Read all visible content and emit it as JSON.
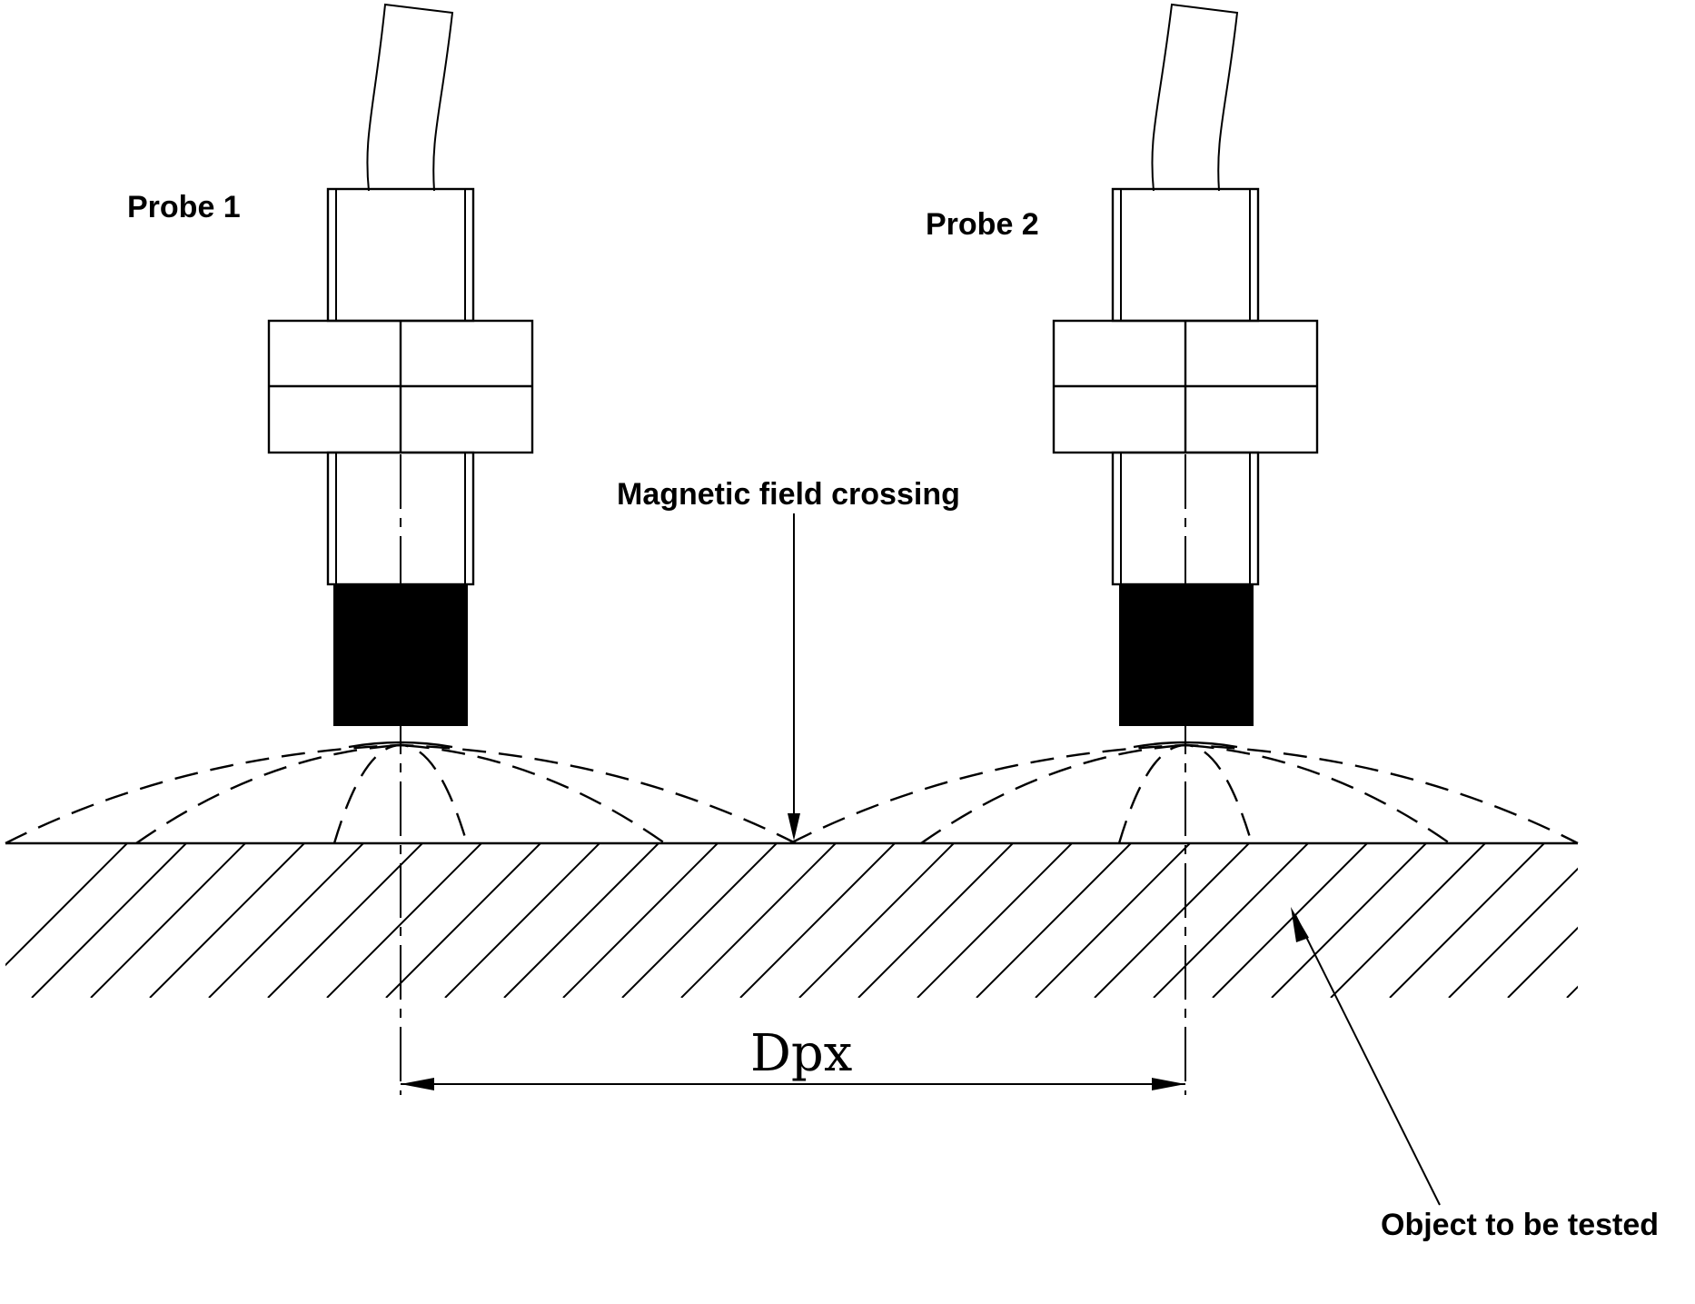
{
  "labels": {
    "probe1": "Probe 1",
    "probe2": "Probe 2",
    "magnetic_field": "Magnetic field crossing",
    "distance": "Dpx",
    "object": "Object to be tested"
  }
}
